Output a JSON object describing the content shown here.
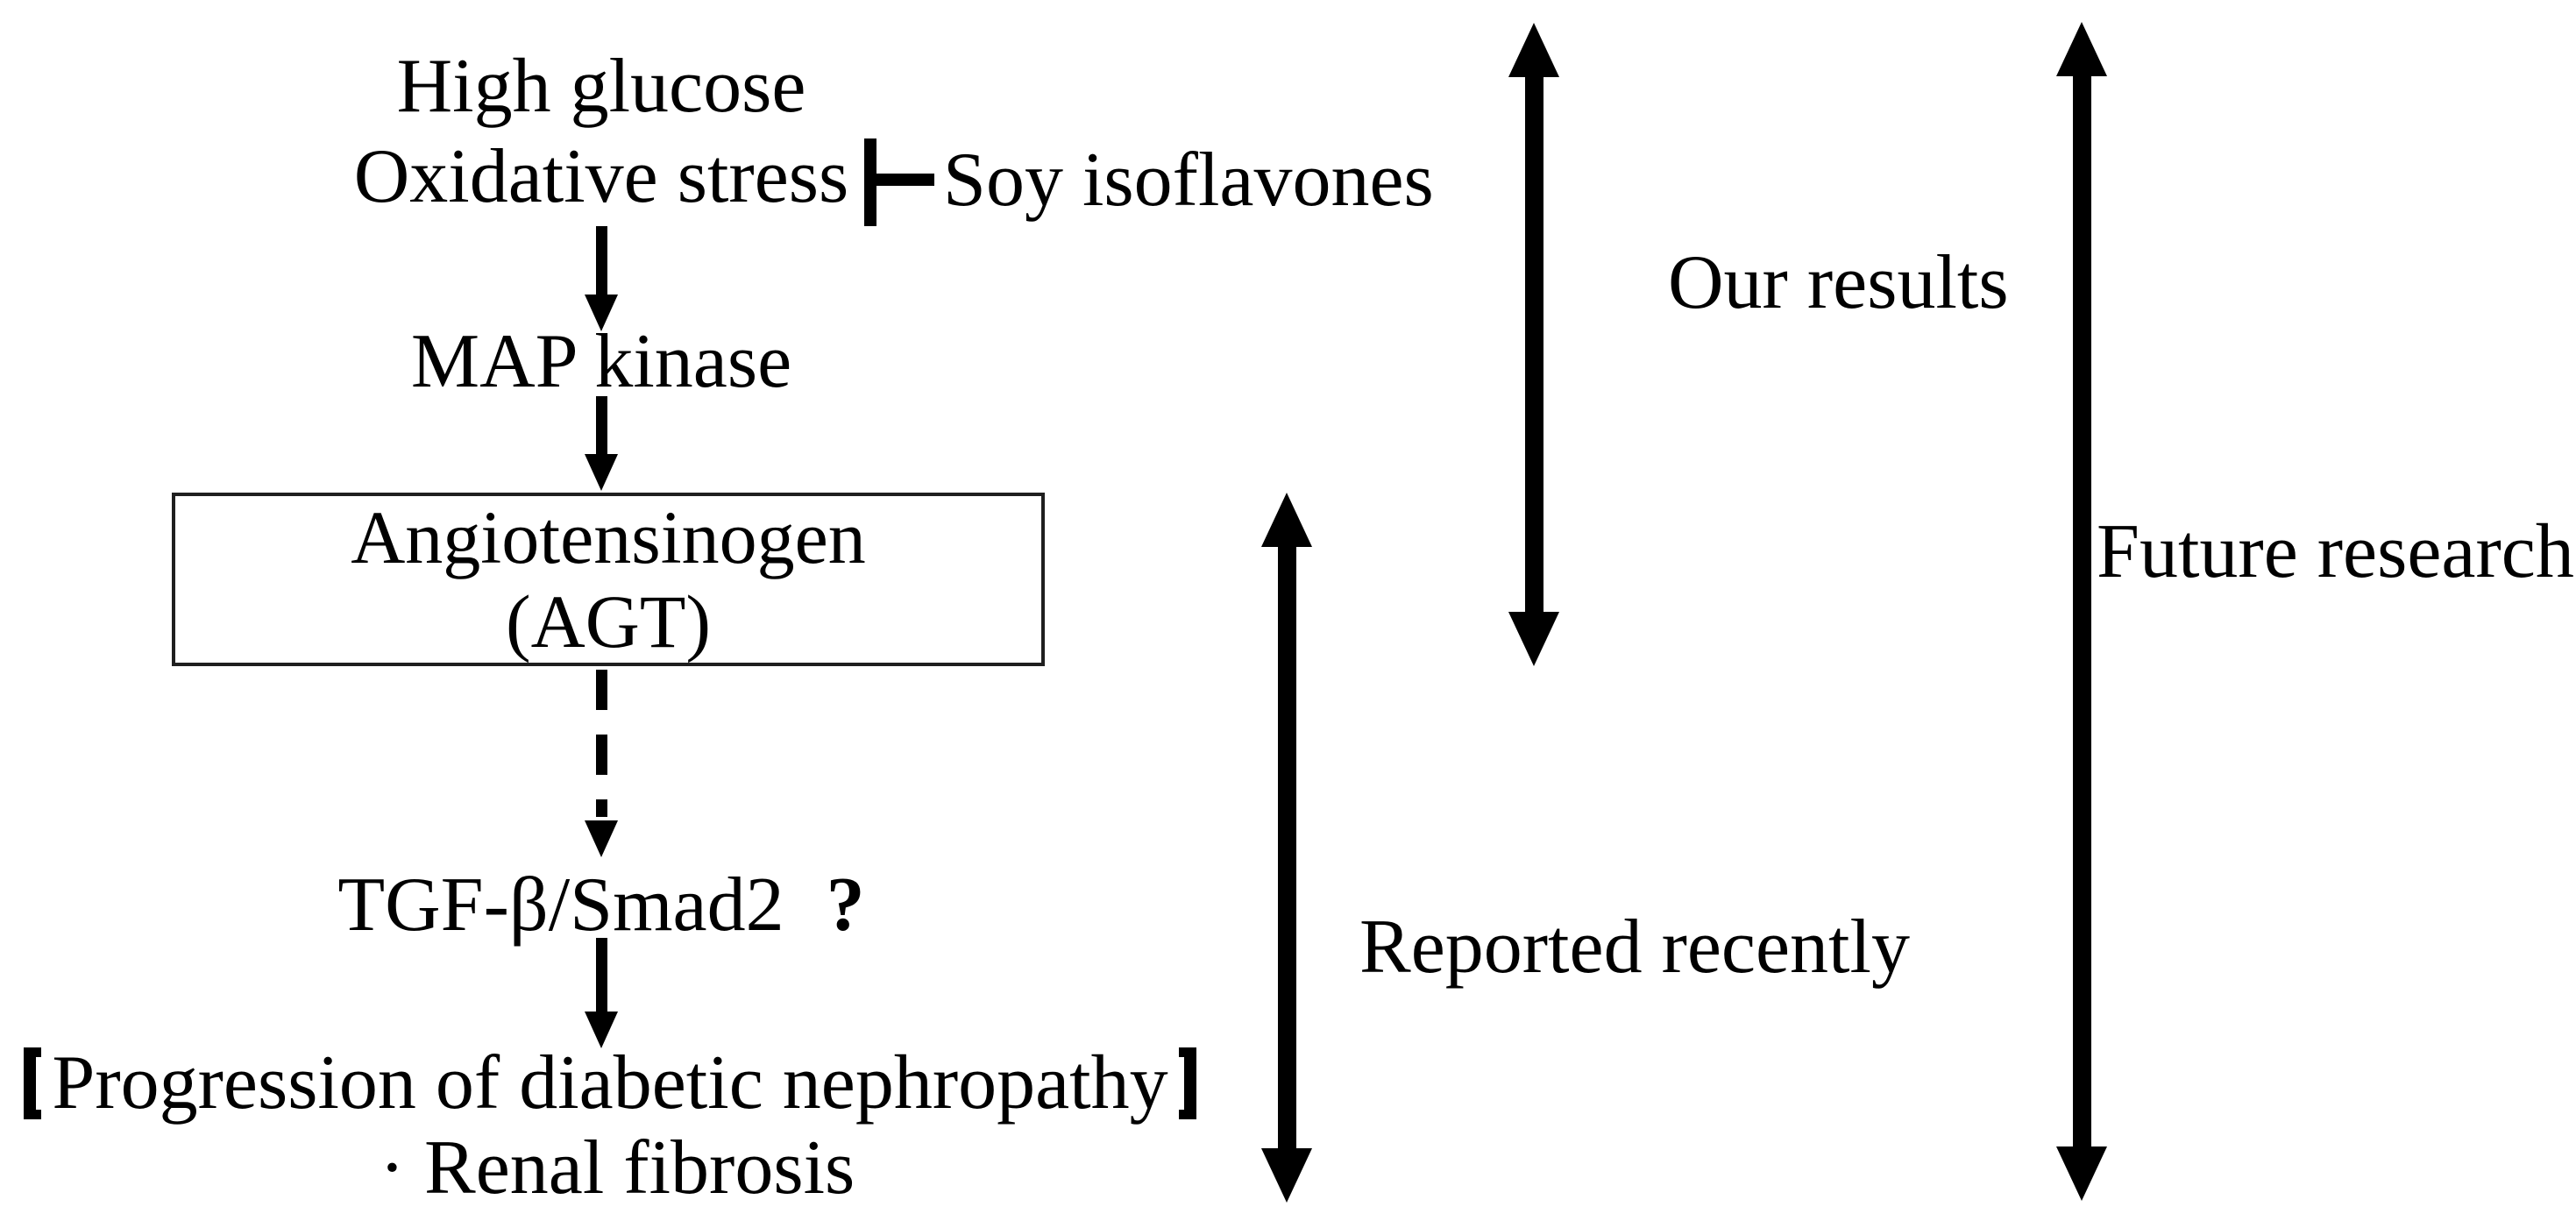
{
  "figure": {
    "background_color": "#ffffff",
    "ink_color": "#000000",
    "pathway": {
      "stimuli": [
        "High glucose",
        "Oxidative stress"
      ],
      "inhibitor_label": "Soy isoflavones",
      "kinase_label": "MAP kinase",
      "agt_box": {
        "line1": "Angiotensinogen",
        "line2": "(AGT)"
      },
      "tgf_label": "TGF-β/Smad2",
      "tgf_uncertainty_mark": "?",
      "outcome": {
        "bracket_left": "【",
        "heading": "Progression of diabetic nephropathy",
        "bracket_right": "】",
        "bullet_item": "· Renal fibrosis"
      }
    },
    "annotations": {
      "our_results_label": "Our results",
      "reported_recently_label": "Reported recently",
      "future_research_label": "Future research"
    }
  }
}
